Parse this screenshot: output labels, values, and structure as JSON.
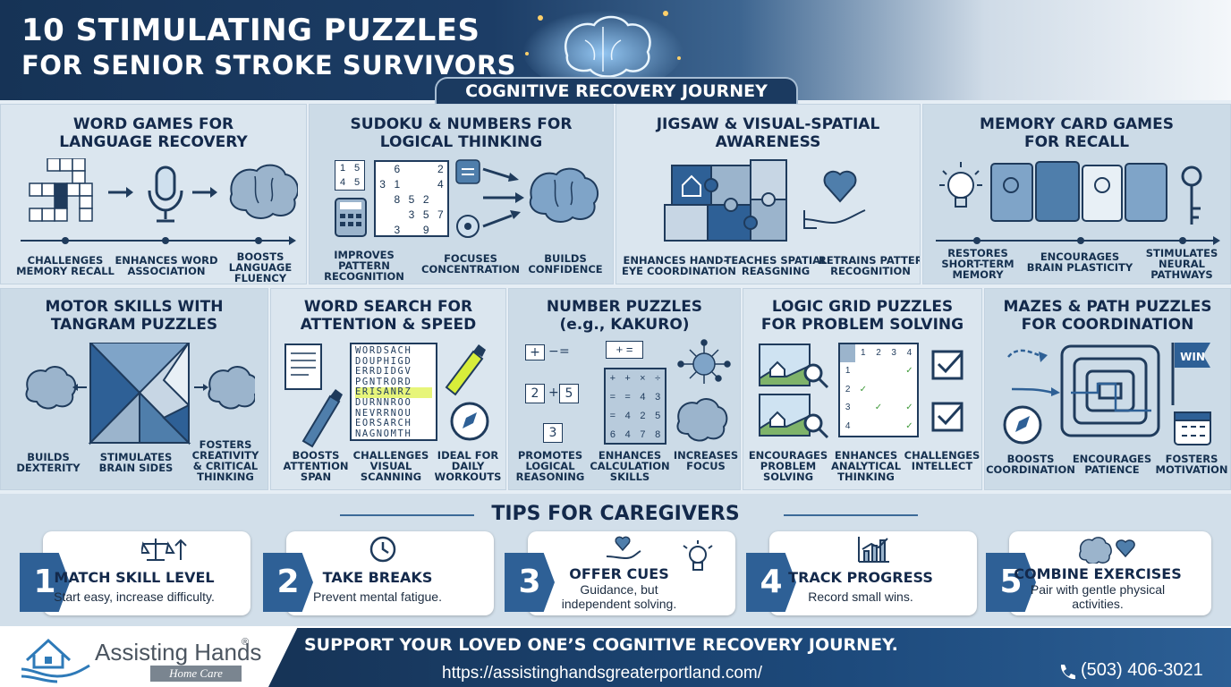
{
  "header": {
    "title_line1": "10 STIMULATING PUZZLES",
    "title_line2": "FOR SENIOR STROKE SURVIVORS",
    "subtitle": "COGNITIVE RECOVERY JOURNEY"
  },
  "colors": {
    "navy": "#163356",
    "accent_blue": "#2e6096",
    "panel_bg": "#dbe6ef",
    "highlight": "#d8ee3a"
  },
  "panels": [
    {
      "title": [
        "WORD GAMES FOR",
        "LANGUAGE RECOVERY"
      ],
      "captions": [
        [
          "CHALLENGES",
          "MEMORY RECALL"
        ],
        [
          "ENHANCES WORD",
          "ASSOCIATION"
        ],
        [
          "BOOSTS",
          "LANGUAGE",
          "FLUENCY"
        ]
      ],
      "icons": [
        "crossword-icon",
        "microphone-icon",
        "brain-icon"
      ]
    },
    {
      "title": [
        "SUDOKU & NUMBERS FOR",
        "LOGICAL THINKING"
      ],
      "captions": [
        [
          "IMPROVES",
          "PATTERN",
          "RECOGNITION"
        ],
        [
          "FOCUSES",
          "CONCENTRATION"
        ],
        [
          "BUILDS",
          "CONFIDENCE"
        ]
      ],
      "icons": [
        "sudoku-grid-icon",
        "calculator-icon",
        "gear-icon",
        "brain-icon"
      ],
      "sudoku_small": [
        "1",
        "5",
        "4",
        "5"
      ],
      "sudoku_digits": [
        "6",
        "2",
        "3",
        "1",
        "4",
        "8",
        "5",
        "2",
        "3",
        "5",
        "7",
        "3",
        "9"
      ],
      "calc_note": ""
    },
    {
      "title": [
        "JIGSAW & VISUAL-SPATIAL",
        "AWARENESS"
      ],
      "captions": [
        [
          "ENHANCES HAND-",
          "EYE COORDINATION"
        ],
        [
          "TEACHES SPATIAL",
          "REASGNING"
        ],
        [
          "RETRAINS PATTERN",
          "RECOGNITION"
        ]
      ],
      "icons": [
        "jigsaw-icon",
        "house-icon",
        "heart-hand-icon"
      ]
    },
    {
      "title": [
        "MEMORY CARD GAMES",
        "FOR RECALL"
      ],
      "captions": [
        [
          "RESTORES",
          "SHORT-TERM",
          "MEMORY"
        ],
        [
          "ENCOURAGES",
          "BRAIN PLASTICITY"
        ],
        [
          "STIMULATES",
          "NEURAL",
          "PATHWAYS"
        ]
      ],
      "icons": [
        "lightbulb-icon",
        "card-icon",
        "key-icon"
      ]
    },
    {
      "title": [
        "MOTOR SKILLS WITH",
        "TANGRAM PUZZLES"
      ],
      "captions": [
        [
          "BUILDS",
          "DEXTERITY"
        ],
        [
          "STIMULATES",
          "BRAIN SIDES"
        ],
        [
          "FOSTERS",
          "CREATIVITY",
          "& CRITICAL",
          "THINKING"
        ]
      ],
      "icons": [
        "brain-icon",
        "tangram-icon",
        "brain-icon"
      ]
    },
    {
      "title": [
        "WORD SEARCH FOR",
        "ATTENTION & SPEED"
      ],
      "captions": [
        [
          "BOOSTS",
          "ATTENTION",
          "SPAN"
        ],
        [
          "CHALLENGES",
          "VISUAL",
          "SCANNING"
        ],
        [
          "IDEAL FOR",
          "DAILY",
          "WORKOUTS"
        ]
      ],
      "icons": [
        "document-icon",
        "highlighter-icon",
        "compass-icon"
      ],
      "grid_rows": [
        "WORDSACH",
        "DOUPHIGD",
        "ERRDIDGV",
        "PGNTRORD",
        "ERISANRZ",
        "DURNNROO",
        "NEVRRNOU",
        "EORSARCH",
        "NAGNOMTH"
      ]
    },
    {
      "title": [
        "NUMBER PUZZLES",
        "(e.g., KAKURO)"
      ],
      "captions": [
        [
          "PROMOTES",
          "LOGICAL",
          "REASONING"
        ],
        [
          "ENHANCES",
          "CALCULATION",
          "SKILLS"
        ],
        [
          "INCREASES",
          "FOCUS"
        ]
      ],
      "icons": [
        "kakuro-grid-icon",
        "network-icon",
        "brain-icon"
      ],
      "symbols": [
        "+",
        "−",
        "=",
        "+",
        "=",
        "2",
        "+",
        "5",
        "3"
      ],
      "grid_cells": [
        "+",
        "+",
        "×",
        "÷",
        "=",
        "=",
        "4",
        "3",
        "=",
        "4",
        "2",
        "5",
        "6",
        "4",
        "7",
        "8"
      ]
    },
    {
      "title": [
        "LOGIC GRID PUZZLES",
        "FOR PROBLEM SOLVING"
      ],
      "captions": [
        [
          "ENCOURAGES",
          "PROBLEM",
          "SOLVING"
        ],
        [
          "ENHANCES",
          "ANALYTICAL",
          "THINKING"
        ],
        [
          "CHALLENGES",
          "INTELLECT"
        ]
      ],
      "icons": [
        "picture-icon",
        "magnifier-icon",
        "checkbox-icon"
      ],
      "grid_headers": [
        "1",
        "2",
        "3",
        "4"
      ]
    },
    {
      "title": [
        "MAZES & PATH PUZZLES",
        "FOR COORDINATION"
      ],
      "captions": [
        [
          "BOOSTS",
          "COORDINATION"
        ],
        [
          "ENCOURAGES",
          "PATIENCE"
        ],
        [
          "FOSTERS",
          "MOTIVATION"
        ]
      ],
      "icons": [
        "maze-icon",
        "compass-icon",
        "flag-icon",
        "calendar-icon"
      ],
      "flag_text": "WIN"
    }
  ],
  "tips": {
    "title": "TIPS FOR CAREGIVERS",
    "items": [
      {
        "num": "1",
        "title": "MATCH SKILL LEVEL",
        "text": [
          "Start easy, increase difficulty."
        ],
        "icon": "scale-arrow-icon"
      },
      {
        "num": "2",
        "title": "TAKE BREAKS",
        "text": [
          "Prevent mental fatigue."
        ],
        "icon": "clock-icon"
      },
      {
        "num": "3",
        "title": "OFFER CUES",
        "text": [
          "Guidance, but",
          "independent solving."
        ],
        "icon": "hand-heart-icon"
      },
      {
        "num": "4",
        "title": "TRACK PROGRESS",
        "text": [
          "Record small wins."
        ],
        "icon": "chart-icon"
      },
      {
        "num": "5",
        "title": "COMBINE EXERCISES",
        "text": [
          "Pair with gentle physical",
          "activities."
        ],
        "icon": "brain-heart-icon"
      }
    ]
  },
  "footer": {
    "logo_name": "Assisting Hands",
    "logo_reg": "®",
    "logo_sub": "Home Care",
    "slogan": "SUPPORT YOUR LOVED ONE’S COGNITIVE RECOVERY JOURNEY.",
    "url": "https://assistinghandsgreaterportland.com/",
    "phone": "(503) 406-3021"
  }
}
